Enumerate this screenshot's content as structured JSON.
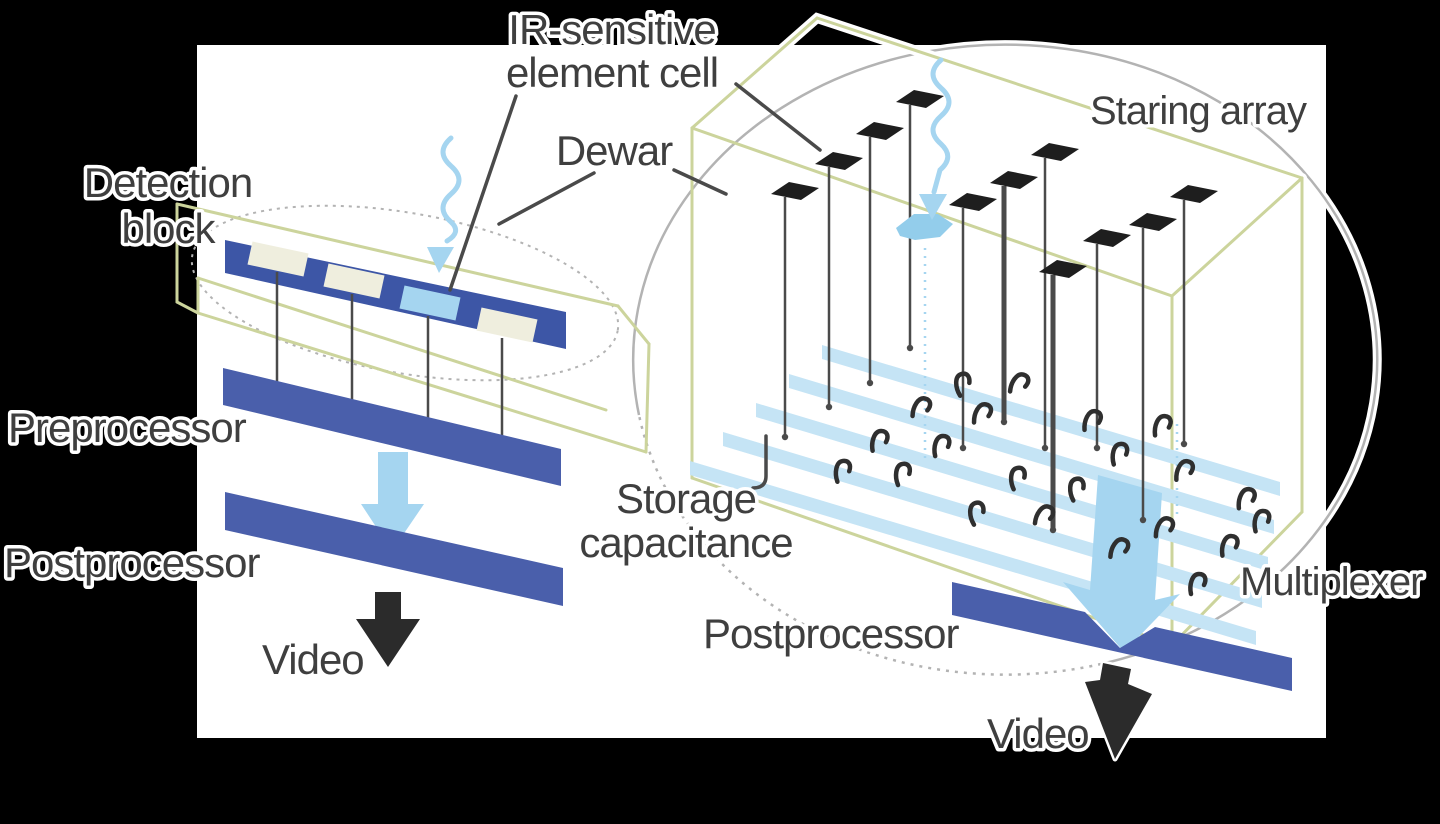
{
  "title": "Infrared detector architectures diagram",
  "colors": {
    "background": "#000000",
    "panel": "#ffffff",
    "outline_khaki": "#ccd49c",
    "stripe_blue": "#3d56a6",
    "bar_blue": "#4a5fab",
    "cell_cream": "#efeede",
    "light_blue": "#a5d5f0",
    "splash_blue": "#93cdeb",
    "stripe_light_blue": "#c5e4f5",
    "dark": "#2b2b2b",
    "detector_black": "#1e1e1e",
    "hook_dark": "#2f2f2f",
    "line_gray": "#4a4a4a",
    "circle_gray": "#b3b3b3",
    "text": "#3f3f3f"
  },
  "left_diagram": {
    "title_line1": "Detection",
    "title_line2": "block",
    "preprocessor": "Preprocessor",
    "postprocessor": "Postprocessor",
    "video": "Video"
  },
  "annotations": {
    "ir_line1": "IR-sensitive",
    "ir_line2": "element cell",
    "dewar": "Dewar"
  },
  "right_diagram": {
    "staring_array": "Staring array",
    "storage_line1": "Storage",
    "storage_line2": "capacitance",
    "multiplexer": "Multiplexer",
    "postprocessor": "Postprocessor",
    "video": "Video"
  }
}
